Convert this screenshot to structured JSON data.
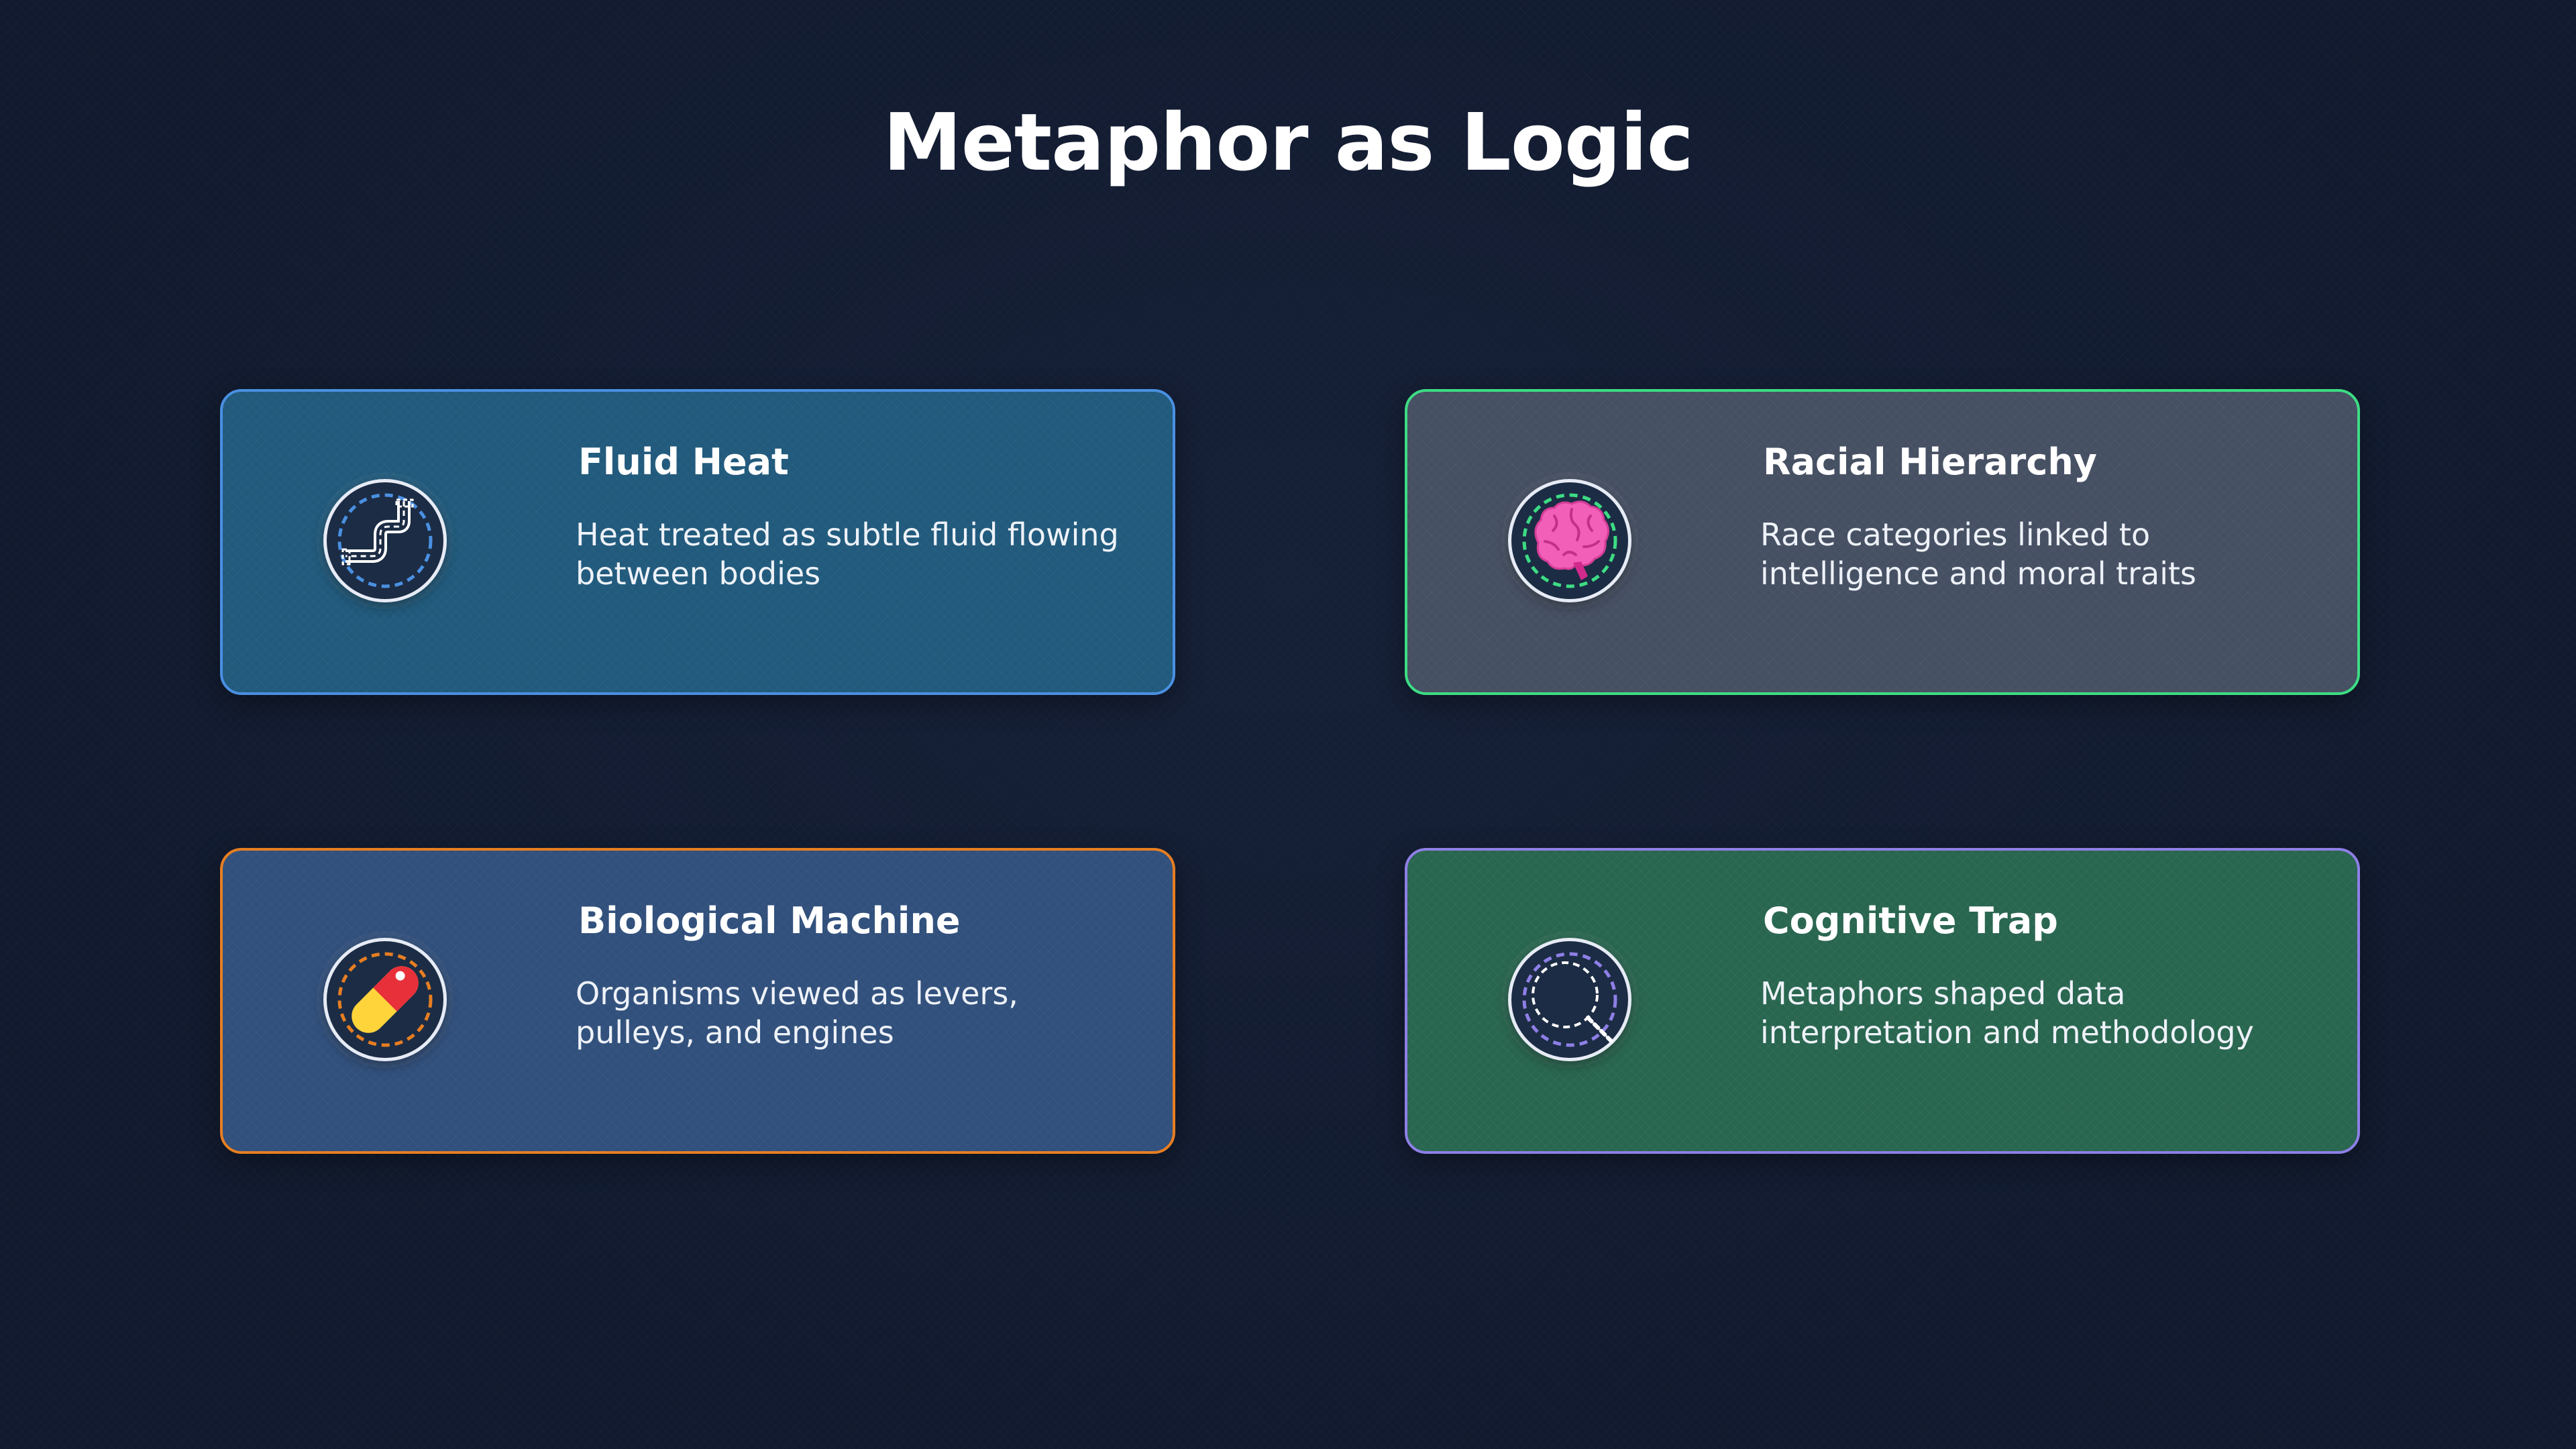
{
  "page": {
    "title": "Metaphor as Logic"
  },
  "cards": [
    {
      "title": "Fluid Heat",
      "description": "Heat treated as subtle fluid flowing between bodies",
      "icon": "pipe-icon",
      "background": "#215a7c",
      "border": "#4a90e2"
    },
    {
      "title": "Racial Hierarchy",
      "description": "Race categories linked to intelligence and moral traits",
      "icon": "brain-icon",
      "background": "#465063",
      "border": "#3ddc84"
    },
    {
      "title": "Biological Machine",
      "description": "Organisms viewed as levers, pulleys, and engines",
      "icon": "pill-icon",
      "background": "#31507c",
      "border": "#e67e22"
    },
    {
      "title": "Cognitive Trap",
      "description": "Metaphors shaped data interpretation and methodology",
      "icon": "magnifier-icon",
      "background": "#296650",
      "border": "#8e7fe6"
    }
  ]
}
